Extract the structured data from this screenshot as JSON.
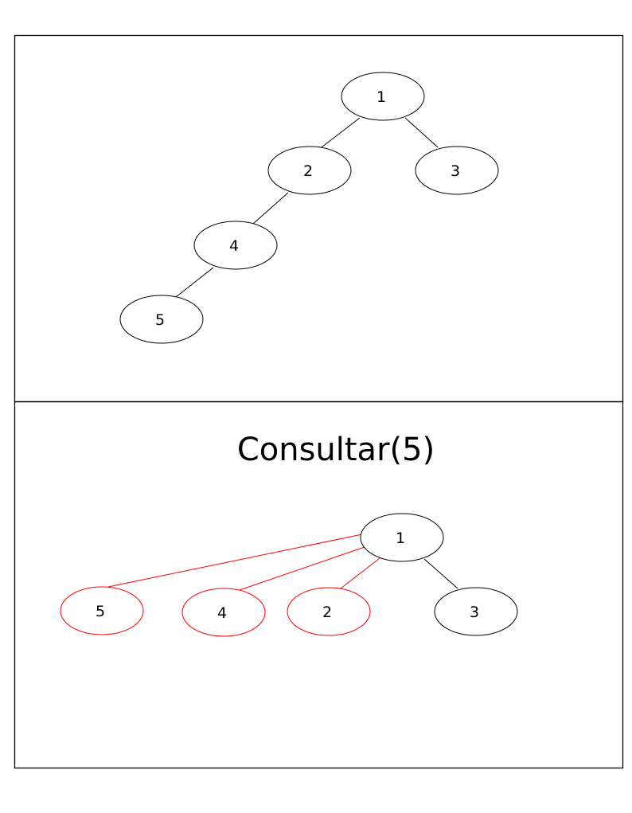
{
  "colors": {
    "default_stroke": "#000000",
    "highlight_stroke": "#ff0000",
    "background": "#ffffff"
  },
  "top_panel": {
    "nodes": [
      {
        "id": "1",
        "label": "1"
      },
      {
        "id": "2",
        "label": "2"
      },
      {
        "id": "3",
        "label": "3"
      },
      {
        "id": "4",
        "label": "4"
      },
      {
        "id": "5",
        "label": "5"
      }
    ],
    "edges": [
      {
        "from": "1",
        "to": "2"
      },
      {
        "from": "1",
        "to": "3"
      },
      {
        "from": "2",
        "to": "4"
      },
      {
        "from": "4",
        "to": "5"
      }
    ]
  },
  "bottom_panel": {
    "title": "Consultar(5)",
    "nodes": [
      {
        "id": "1",
        "label": "1",
        "highlighted": false
      },
      {
        "id": "5",
        "label": "5",
        "highlighted": true
      },
      {
        "id": "4",
        "label": "4",
        "highlighted": true
      },
      {
        "id": "2",
        "label": "2",
        "highlighted": true
      },
      {
        "id": "3",
        "label": "3",
        "highlighted": false
      }
    ],
    "edges": [
      {
        "from": "1",
        "to": "5",
        "highlighted": true
      },
      {
        "from": "1",
        "to": "4",
        "highlighted": true
      },
      {
        "from": "1",
        "to": "2",
        "highlighted": true
      },
      {
        "from": "1",
        "to": "3",
        "highlighted": false
      }
    ]
  }
}
